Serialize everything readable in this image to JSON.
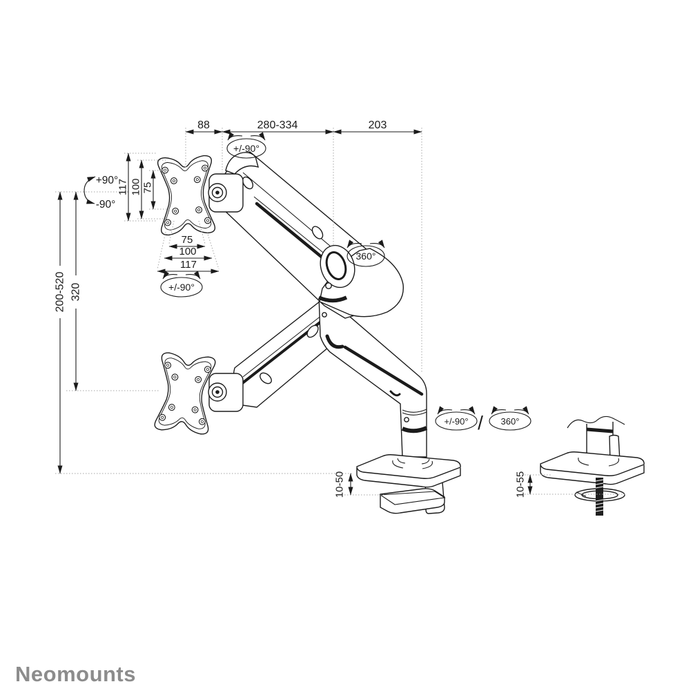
{
  "title": "Monitor arm dimensional drawing",
  "colors": {
    "background": "#ffffff",
    "line": "#1b1b1b",
    "extension_line": "#a6a6a6",
    "logo": "#8c8c8c"
  },
  "dims": {
    "top_left": "88",
    "top_mid": "280-334",
    "top_right": "203",
    "height_range": "200-520",
    "height_fixed": "320",
    "vesa_vertical": [
      "117",
      "100",
      "75"
    ],
    "vesa_horizontal": [
      "75",
      "100",
      "117"
    ],
    "clamp_range": "10-50",
    "grommet_range": "10-55"
  },
  "rot": {
    "head_swivel": "+/-90°",
    "tilt_up": "+90°",
    "tilt_down": "-90°",
    "vesa_spin": "+/-90°",
    "arm_spin": "360°",
    "base_swivel": "+/-90°",
    "separator": "/",
    "base_spin": "360°"
  },
  "logo": {
    "text": "Neomounts"
  }
}
